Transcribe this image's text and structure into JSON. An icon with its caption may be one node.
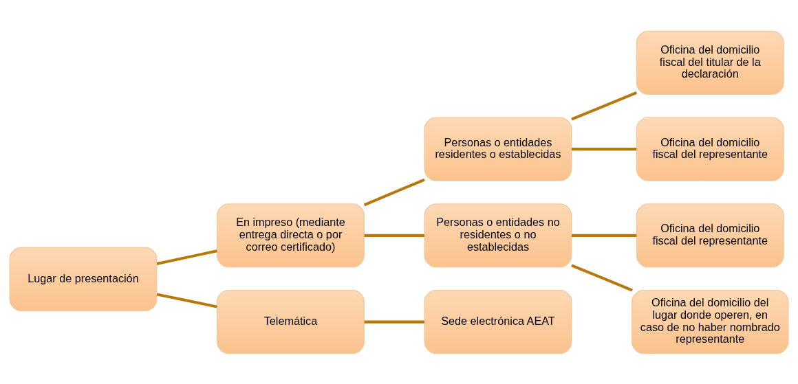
{
  "diagram": {
    "nodes": [
      {
        "text": [
          "Lugar de presentación"
        ]
      },
      {
        "text": [
          "En impreso (mediante entrega directa o por correo certificado)"
        ]
      },
      {
        "text": [
          "Telemática"
        ]
      },
      {
        "text": [
          "Personas o entidades residentes o establecidas"
        ]
      },
      {
        "text": [
          "Personas o entidades no residentes o no establecidas"
        ]
      },
      {
        "text": [
          "Sede electrónica AEAT"
        ]
      },
      {
        "text": [
          "Oficina del domicilio fiscal del titular de la declaración"
        ]
      },
      {
        "text": [
          "Oficina del domicilio fiscal del representante"
        ]
      },
      {
        "text": [
          "Oficina del domicilio fiscal del representante"
        ]
      },
      {
        "text": [
          "Oficina del domicilio del lugar donde operen, en caso de no haber nombrado representante"
        ]
      }
    ],
    "edges": [
      {
        "from": 0,
        "to": 1,
        "arrow": "none"
      },
      {
        "from": 0,
        "to": 2,
        "arrow": "none"
      },
      {
        "from": 1,
        "to": 3,
        "arrow": "none"
      },
      {
        "from": 1,
        "to": 4,
        "arrow": "none"
      },
      {
        "from": 2,
        "to": 5,
        "arrow": "none"
      },
      {
        "from": 3,
        "to": 6,
        "arrow": "none"
      },
      {
        "from": 3,
        "to": 7,
        "arrow": "none"
      },
      {
        "from": 4,
        "to": 8,
        "arrow": "none"
      },
      {
        "from": 4,
        "to": 9,
        "arrow": "none"
      }
    ]
  }
}
